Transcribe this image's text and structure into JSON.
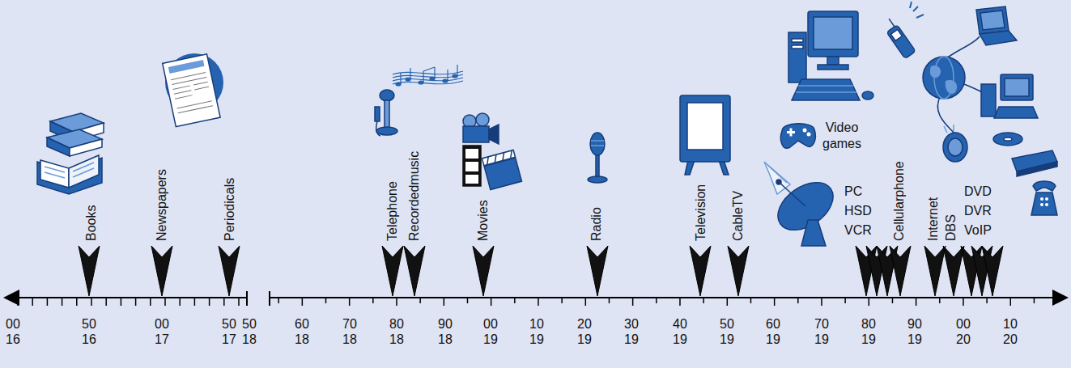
{
  "diagram": {
    "labels": [
      "Books",
      "Newspapers",
      "Periodicals",
      "Telephone",
      "Recordedmusic",
      "Movies",
      "Radio",
      "Television",
      "CableTV",
      "Video games",
      "PC",
      "HSD",
      "VCR",
      "Cellularphone",
      "Internet",
      "DBS",
      "DVD",
      "DVR",
      "VoIP",
      "00",
      "16",
      "50",
      "16",
      "00",
      "17",
      "50",
      "17",
      "50",
      "18",
      "60",
      "18",
      "70",
      "18",
      "80",
      "18",
      "90",
      "18",
      "00",
      "19",
      "10",
      "19",
      "20",
      "19",
      "30",
      "19",
      "40",
      "19",
      "50",
      "19",
      "60",
      "19",
      "70",
      "19",
      "80",
      "19",
      "90",
      "19",
      "00",
      "20",
      "10",
      "20"
    ]
  }
}
